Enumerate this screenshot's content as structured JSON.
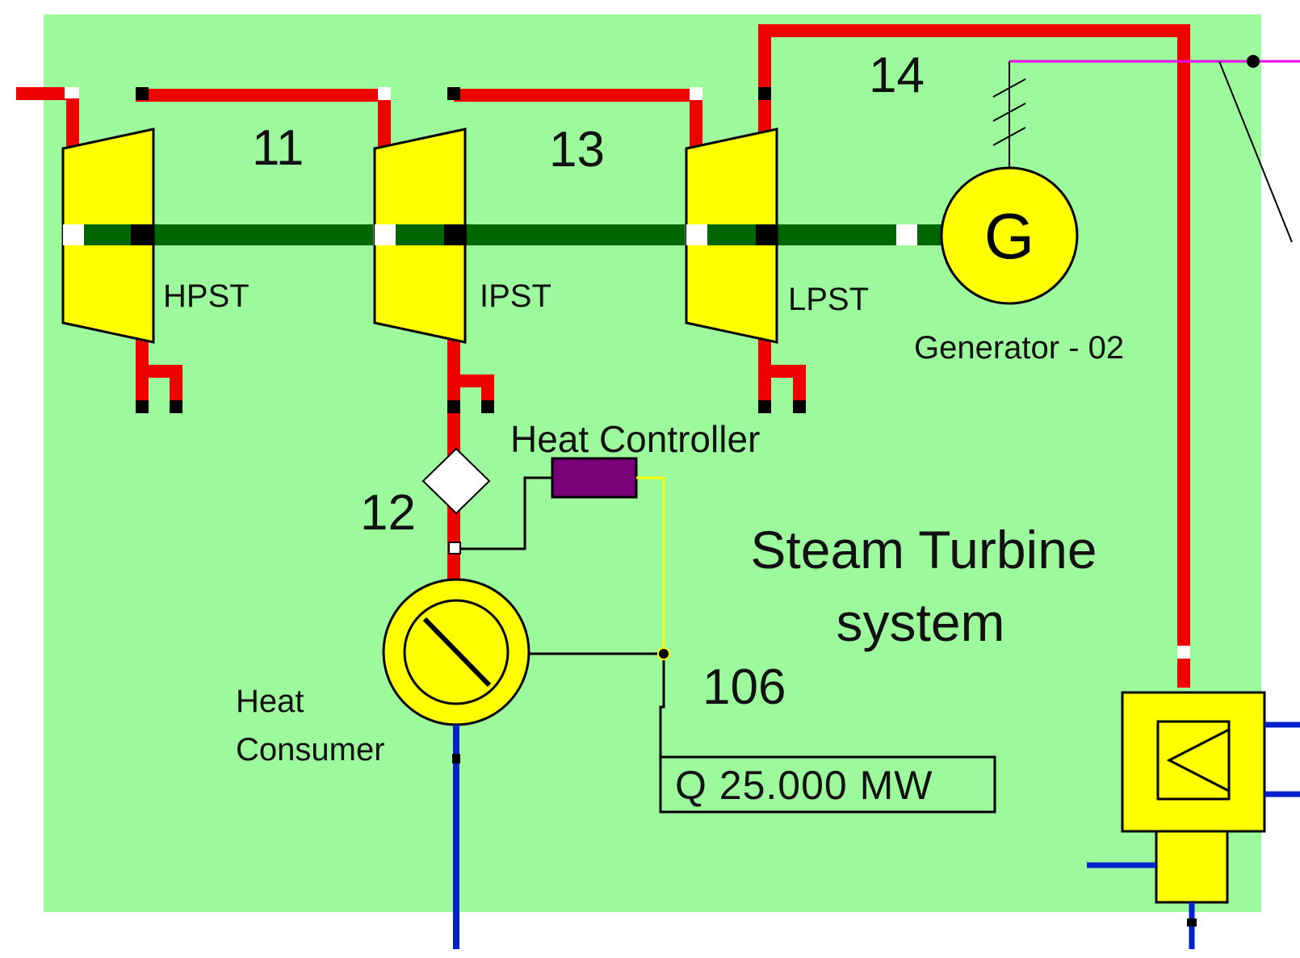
{
  "diagram": {
    "title_line1": "Steam Turbine",
    "title_line2": "system",
    "colors": {
      "background": "#9cf99c",
      "steam": "#ee0000",
      "water": "#0022cc",
      "shaft": "#006600",
      "equipment": "#ffff00",
      "controller": "#7a007a",
      "signal": "#ffff00",
      "electric": "#ee00ee"
    },
    "streams": {
      "s11": "11",
      "s12": "12",
      "s13": "13",
      "s14": "14",
      "s106": "106"
    },
    "components": {
      "hpst": "HPST",
      "ipst": "IPST",
      "lpst": "LPST",
      "generator_symbol": "G",
      "generator": "Generator - 02",
      "heat_controller": "Heat Controller",
      "heat_consumer_line1": "Heat",
      "heat_consumer_line2": "Consumer"
    },
    "readout": "Q  25.000  MW"
  }
}
